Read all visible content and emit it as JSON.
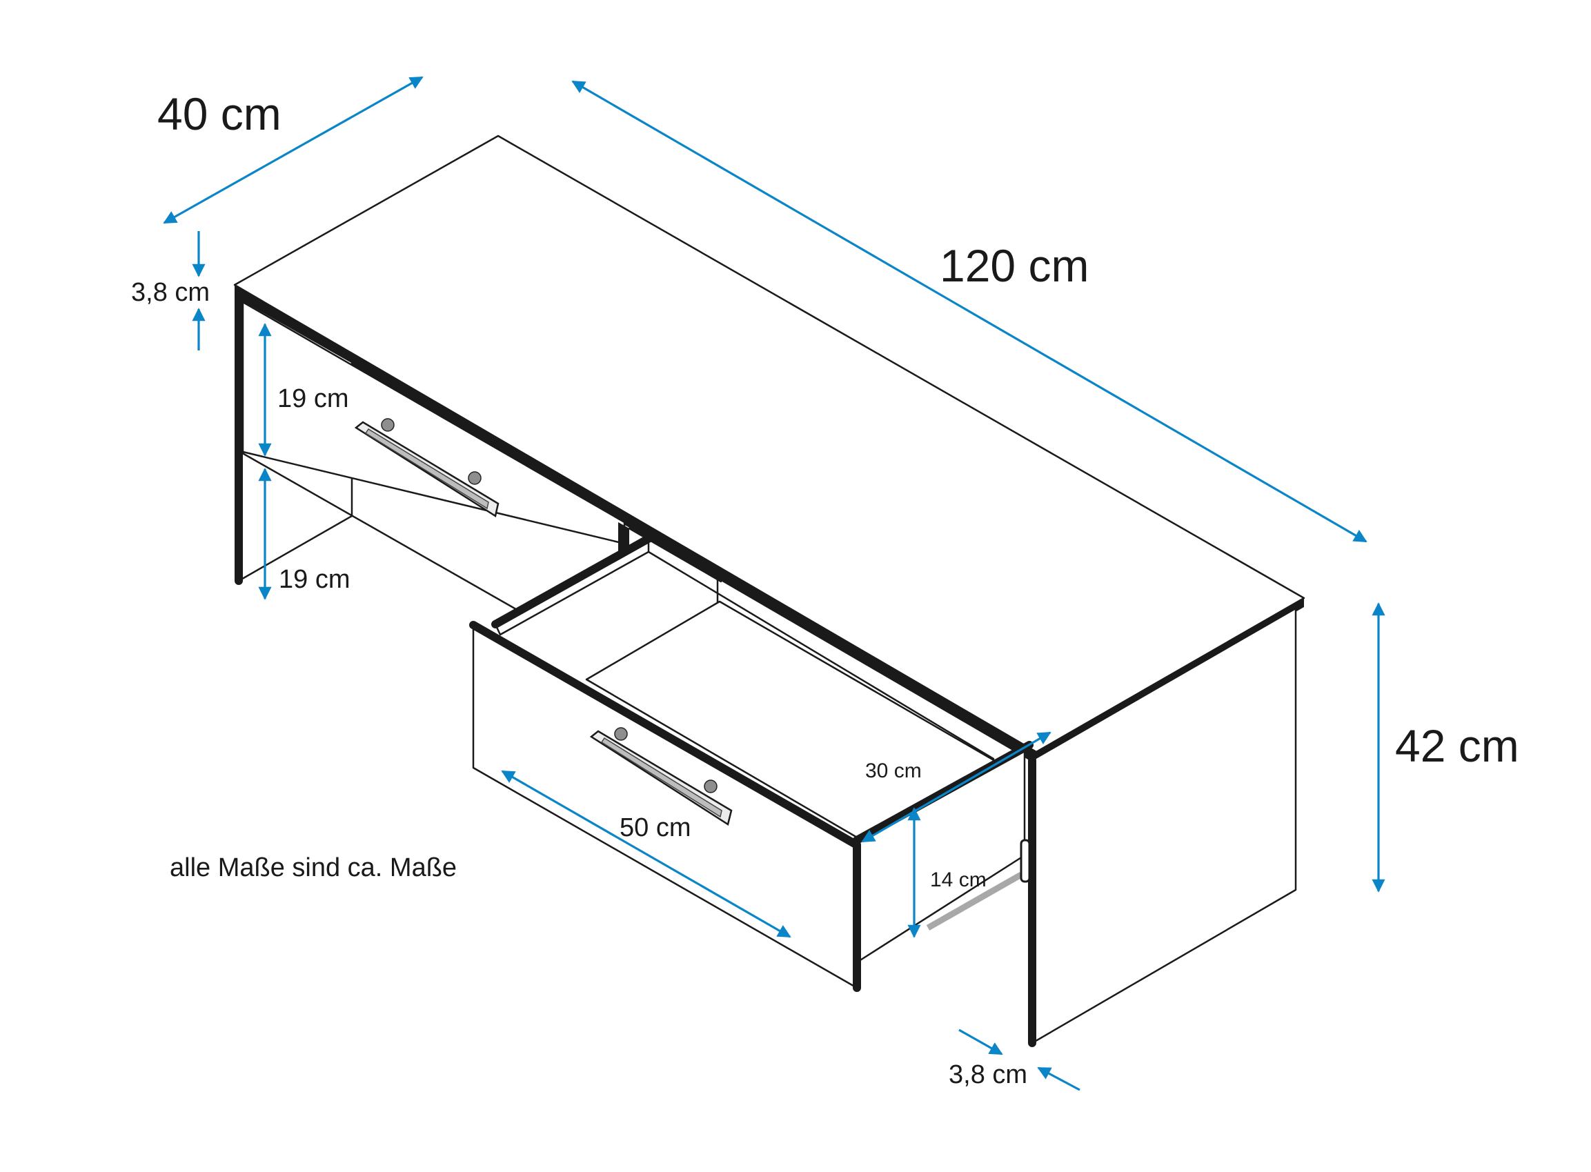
{
  "dimensions": {
    "depth_top": "40 cm",
    "width_top": "120 cm",
    "top_thickness": "3,8 cm",
    "upper_drawer_height": "19 cm",
    "lower_drawer_height": "19 cm",
    "height": "42 cm",
    "drawer_depth": "30 cm",
    "drawer_width": "50 cm",
    "drawer_inner_height": "14 cm",
    "side_thickness": "3,8 cm"
  },
  "note": "alle Maße sind ca. Maße",
  "colors": {
    "dimension_lines": "#0a86c8",
    "outline": "#1a1a1a",
    "background": "#ffffff"
  }
}
